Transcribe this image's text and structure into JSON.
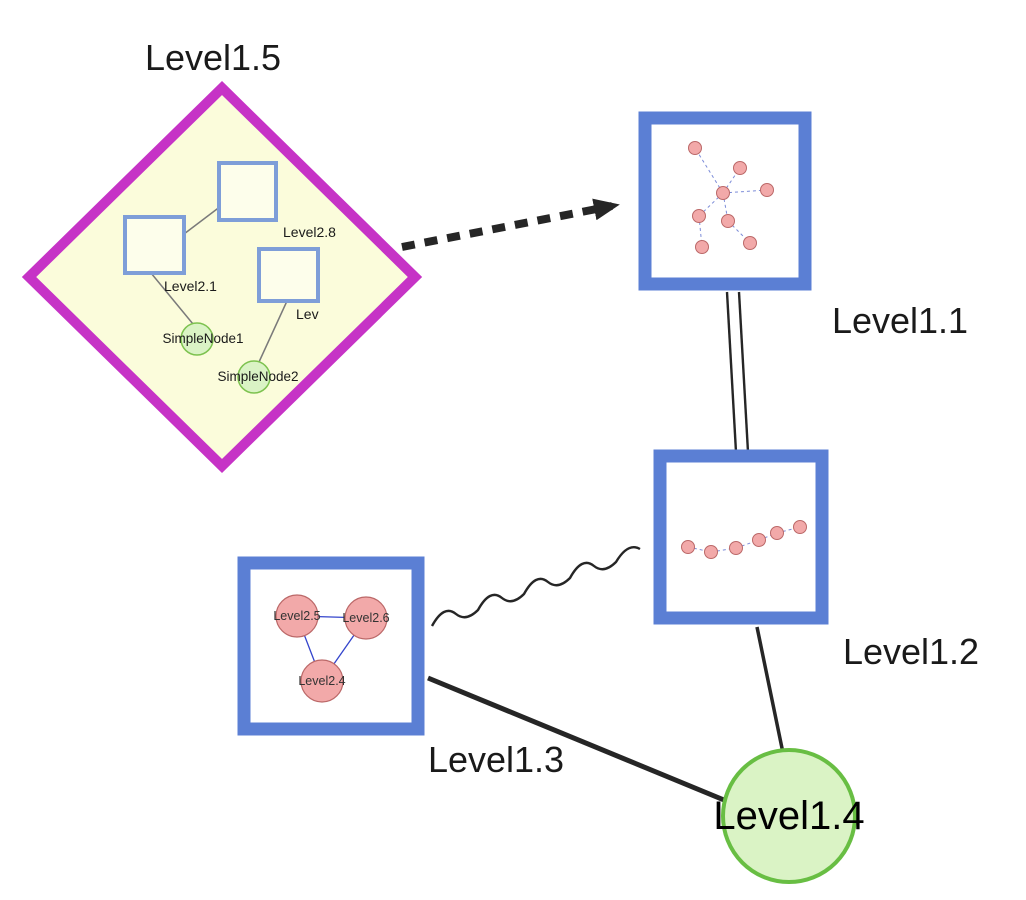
{
  "nodes": {
    "level15": {
      "label": "Level1.5"
    },
    "level11": {
      "label": "Level1.1"
    },
    "level12": {
      "label": "Level1.2"
    },
    "level13": {
      "label": "Level1.3"
    },
    "level14": {
      "label": "Level1.4"
    }
  },
  "level15_children": {
    "square_top": {
      "label": "Level2.8"
    },
    "square_left": {
      "label": "Level2.1"
    },
    "square_right": {
      "label": "Lev"
    },
    "simple_node1": {
      "label": "SimpleNode1"
    },
    "simple_node2": {
      "label": "SimpleNode2"
    }
  },
  "level13_children": {
    "circle1": {
      "label": "Level2.5"
    },
    "circle2": {
      "label": "Level2.6"
    },
    "circle3": {
      "label": "Level2.4"
    }
  },
  "colors": {
    "label_blue": "#3a63cb",
    "child_label_blue": "#7d92d4",
    "node_border_blue": "#5b7fd4",
    "inner_square_border": "#7e9ed8",
    "diamond_border": "#c633c6",
    "diamond_fill": "#fbfcdb",
    "green_fill": "#daf3c5",
    "green_border": "#7dc24f",
    "big_green_border": "#68be43",
    "pink_fill": "#f2a9a9",
    "pink_border": "#bb6868",
    "edge_dark": "#262626",
    "mini_edge_blue": "#7c8cd8",
    "triangle_edge_blue": "#3344cc"
  }
}
